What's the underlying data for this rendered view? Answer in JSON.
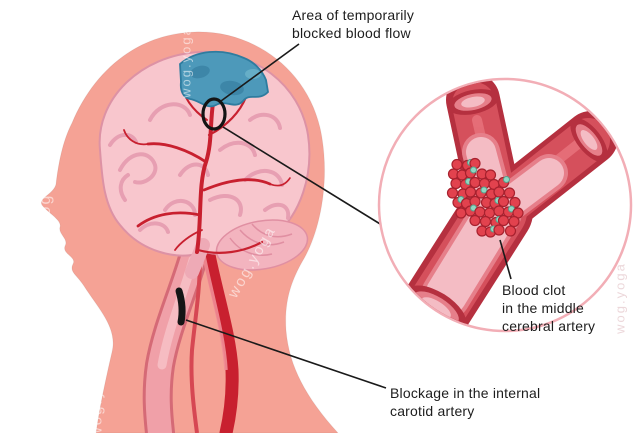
{
  "labels": {
    "blocked_flow": "Area of temporarily\nblocked blood flow",
    "blood_clot": "Blood clot\nin the middle\ncerebral artery",
    "blockage": "Blockage in the internal\ncarotid artery"
  },
  "watermark": "wog.yoga",
  "colors": {
    "skin": "#f5a295",
    "brain": "#f8c6cd",
    "gyri": "#e79fb2",
    "brain_edge": "#dd92a5",
    "artery": "#c8202f",
    "blue_area": "#4d99ba",
    "blue_dark": "#3d86a8",
    "blue_edge": "#2e7c9f",
    "vessel_outer": "#b5303f",
    "vessel_mid": "#d5505c",
    "vessel_rim": "#e67f8a",
    "lumen": "#f4bcc4",
    "clot_cell": "#e2424e",
    "clot_cell_edge": "#a7212e",
    "platelet": "#8fd7c2",
    "platelet_edge": "#57a18c",
    "pointer": "#1a1a1a",
    "inset_ring": "#f2aeb6",
    "pale_vessel": "#f0a0a8",
    "pale_vessel_edge": "#d56a76"
  }
}
